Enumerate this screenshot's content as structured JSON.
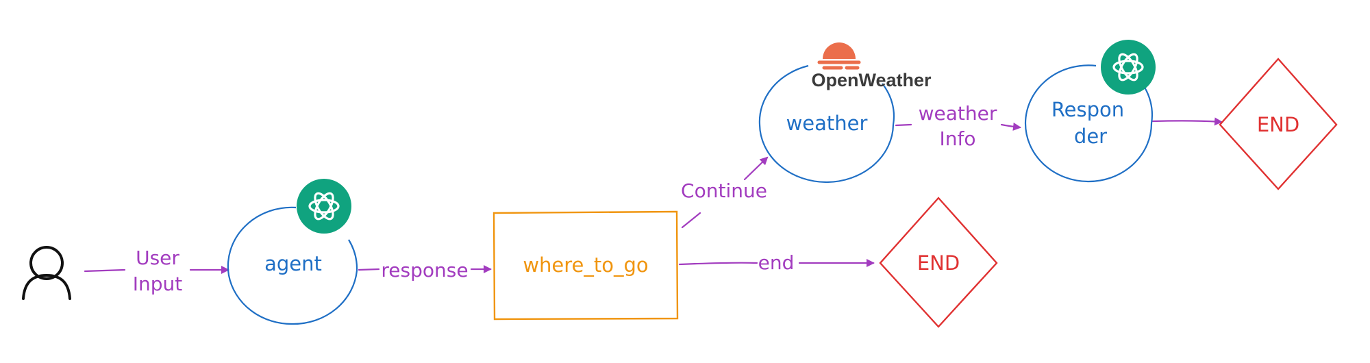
{
  "colors": {
    "edge": "#a23cbf",
    "node_blue": "#1f6fc5",
    "decision": "#f0950f",
    "end": "#e03131",
    "openai_badge": "#10a37f",
    "openweather_sun": "#eb6e4b",
    "brand_text": "#3b3b3b",
    "user": "#111111"
  },
  "icons": {
    "user": "user-icon",
    "agent_model": "openai-icon",
    "responder_model": "openai-icon",
    "weather_provider": "openweather-sun-icon"
  },
  "nodes": {
    "agent": "agent",
    "where_to_go": "where_to_go",
    "weather": "weather",
    "responder_line1": "Respon",
    "responder_line2": "der",
    "end_top": "END",
    "end_bottom": "END"
  },
  "edges": {
    "user_input_line1": "User",
    "user_input_line2": "Input",
    "response": "response",
    "continue": "Continue",
    "end": "end",
    "weather_info_line1": "weather",
    "weather_info_line2": "Info"
  },
  "brand": {
    "openweather": "OpenWeather"
  }
}
